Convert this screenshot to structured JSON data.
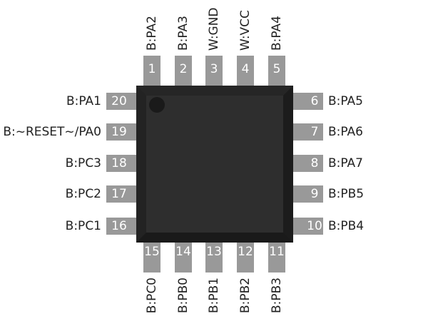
{
  "colors": {
    "pin": "#999999",
    "body": "#2e2e2e",
    "body_bevel": "#1f1f1f",
    "pin1_marker": "#1a1a1a",
    "label_text": "#222222",
    "number_text": "#ffffff"
  },
  "pins": {
    "top": [
      {
        "number": "1",
        "label": "B:PA2"
      },
      {
        "number": "2",
        "label": "B:PA3"
      },
      {
        "number": "3",
        "label": "W:GND"
      },
      {
        "number": "4",
        "label": "W:VCC"
      },
      {
        "number": "5",
        "label": "B:PA4"
      }
    ],
    "right": [
      {
        "number": "6",
        "label": "B:PA5"
      },
      {
        "number": "7",
        "label": "B:PA6"
      },
      {
        "number": "8",
        "label": "B:PA7"
      },
      {
        "number": "9",
        "label": "B:PB5"
      },
      {
        "number": "10",
        "label": "B:PB4"
      }
    ],
    "bottom": [
      {
        "number": "15",
        "label": "B:PC0"
      },
      {
        "number": "14",
        "label": "B:PB0"
      },
      {
        "number": "13",
        "label": "B:PB1"
      },
      {
        "number": "12",
        "label": "B:PB2"
      },
      {
        "number": "11",
        "label": "B:PB3"
      }
    ],
    "left": [
      {
        "number": "20",
        "label": "B:PA1"
      },
      {
        "number": "19",
        "label": "B:~RESET~/PA0"
      },
      {
        "number": "18",
        "label": "B:PC3"
      },
      {
        "number": "17",
        "label": "B:PC2"
      },
      {
        "number": "16",
        "label": "B:PC1"
      }
    ]
  }
}
